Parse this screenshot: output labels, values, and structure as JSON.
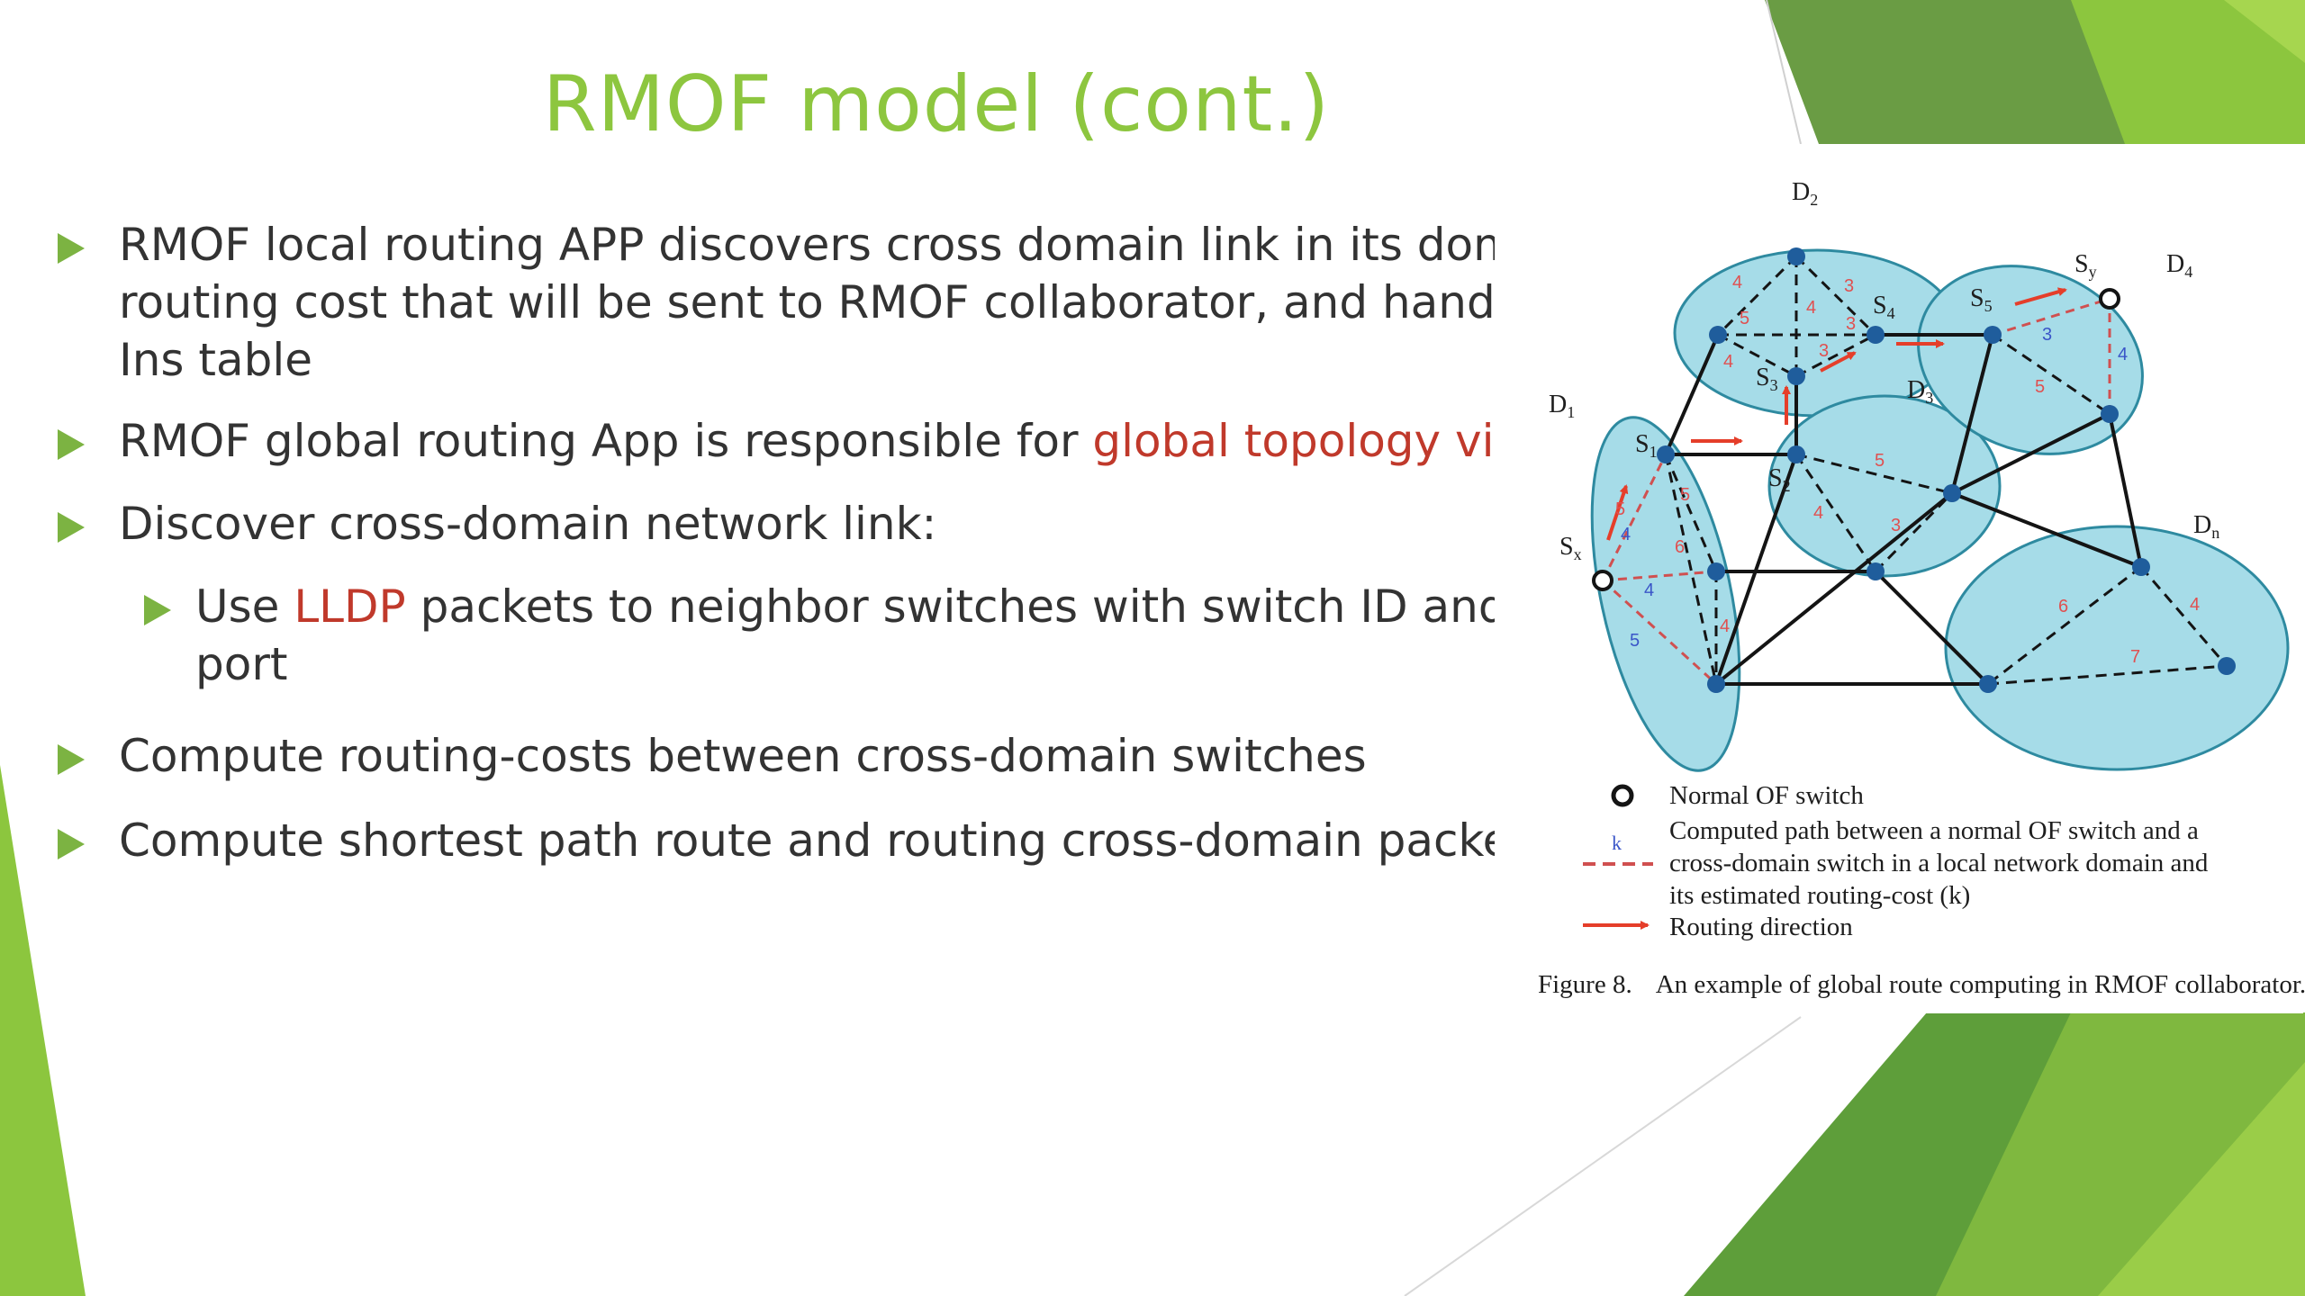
{
  "slide": {
    "title": "RMOF model (cont.)",
    "bullets": [
      {
        "level": 1,
        "parts": [
          {
            "text": "RMOF local routing APP discovers cross domain link in its domai"
          }
        ]
      },
      {
        "level": 1,
        "parts": [
          {
            "text": "routing cost that will be sent to RMOF collaborator, and handle"
          }
        ],
        "continuation": true
      },
      {
        "level": 1,
        "parts": [
          {
            "text": "Ins table"
          }
        ],
        "continuation": true
      },
      {
        "level": 1,
        "parts": [
          {
            "text": "RMOF global routing App is responsible for "
          },
          {
            "text": "global topology view",
            "highlight": true
          }
        ]
      },
      {
        "level": 1,
        "parts": [
          {
            "text": "Discover cross-domain network link:"
          }
        ]
      },
      {
        "level": 2,
        "parts": [
          {
            "text": "Use "
          },
          {
            "text": "LLDP",
            "highlight": true
          },
          {
            "text": " packets to neighbor switches with switch ID and ou"
          }
        ]
      },
      {
        "level": 2,
        "parts": [
          {
            "text": "port"
          }
        ],
        "continuation": true
      },
      {
        "level": 1,
        "parts": [
          {
            "text": "Compute routing-costs between cross-domain switches"
          }
        ]
      },
      {
        "level": 1,
        "parts": [
          {
            "text": "Compute shortest path route and routing cross-domain packet"
          }
        ]
      }
    ],
    "colors": {
      "title": "#8dc63f",
      "highlight": "#c0392b",
      "bullet_arrow": "#7cb342",
      "domain_fill": "#a6dce8",
      "node": "#1f5d9c",
      "cost_label": "#e05050",
      "cost_label_alt": "#3a55c8",
      "route_arrow": "#e53e2a"
    }
  },
  "figure": {
    "domains": [
      {
        "id": "D1",
        "label": "D",
        "sub": "1"
      },
      {
        "id": "D2",
        "label": "D",
        "sub": "2"
      },
      {
        "id": "D3",
        "label": "D",
        "sub": "3"
      },
      {
        "id": "D4",
        "label": "D",
        "sub": "4"
      },
      {
        "id": "Dn",
        "label": "D",
        "sub": "n"
      }
    ],
    "switch_labels": [
      {
        "id": "S1",
        "label": "S",
        "sub": "1"
      },
      {
        "id": "S2",
        "label": "S",
        "sub": "2"
      },
      {
        "id": "S3",
        "label": "S",
        "sub": "3"
      },
      {
        "id": "S4",
        "label": "S",
        "sub": "4"
      },
      {
        "id": "S5",
        "label": "S",
        "sub": "5"
      },
      {
        "id": "Sx",
        "label": "S",
        "sub": "x"
      },
      {
        "id": "Sy",
        "label": "S",
        "sub": "y"
      }
    ],
    "cost_labels": [
      "4",
      "3",
      "5",
      "4",
      "3",
      "4",
      "3",
      "3",
      "4",
      "5",
      "5",
      "5",
      "3",
      "4",
      "4",
      "5",
      "6",
      "4",
      "4",
      "5",
      "6",
      "4",
      "7"
    ],
    "legend": {
      "normal_switch": "Normal OF switch",
      "k_symbol": "k",
      "computed_path": [
        "Computed path between a normal OF switch and a",
        "cross-domain switch in a local network domain and",
        "its estimated routing-cost (k)"
      ],
      "routing_direction": "Routing direction"
    },
    "caption": {
      "number": "Figure 8.",
      "text": "An example of global route computing in RMOF collaborator."
    }
  }
}
